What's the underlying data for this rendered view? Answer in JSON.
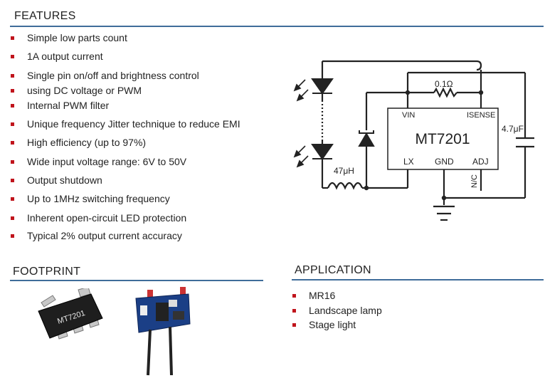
{
  "features": {
    "title": "FEATURES",
    "items": [
      "Simple low parts count",
      "1A output current",
      "Single pin on/off and brightness control",
      "using DC voltage  or PWM",
      "Internal PWM filter",
      "Unique frequency Jitter technique to reduce EMI",
      "High efficiency (up to 97%)",
      "Wide input voltage range: 6V to 50V",
      "Output shutdown",
      "Up to 1MHz switching frequency",
      "Inherent open-circuit LED protection",
      "Typical 2% output current accuracy"
    ]
  },
  "schematic": {
    "chip_name": "MT7201",
    "pin_vin": "VIN",
    "pin_isense": "ISENSE",
    "pin_lx": "LX",
    "pin_gnd": "GND",
    "pin_adj": "ADJ",
    "pin_nc": "N/C",
    "resistor_label": "0.1Ω",
    "capacitor_label": "4.7μF",
    "inductor_label": "47μH"
  },
  "footprint": {
    "title": "FOOTPRINT",
    "chip_marking": "MT7201"
  },
  "application": {
    "title": "APPLICATION",
    "items": [
      "MR16",
      "Landscape lamp",
      "Stage light"
    ]
  },
  "colors": {
    "accent_rule": "#3f6d9a",
    "bullet": "#c0141c",
    "circuit": "#222222"
  }
}
